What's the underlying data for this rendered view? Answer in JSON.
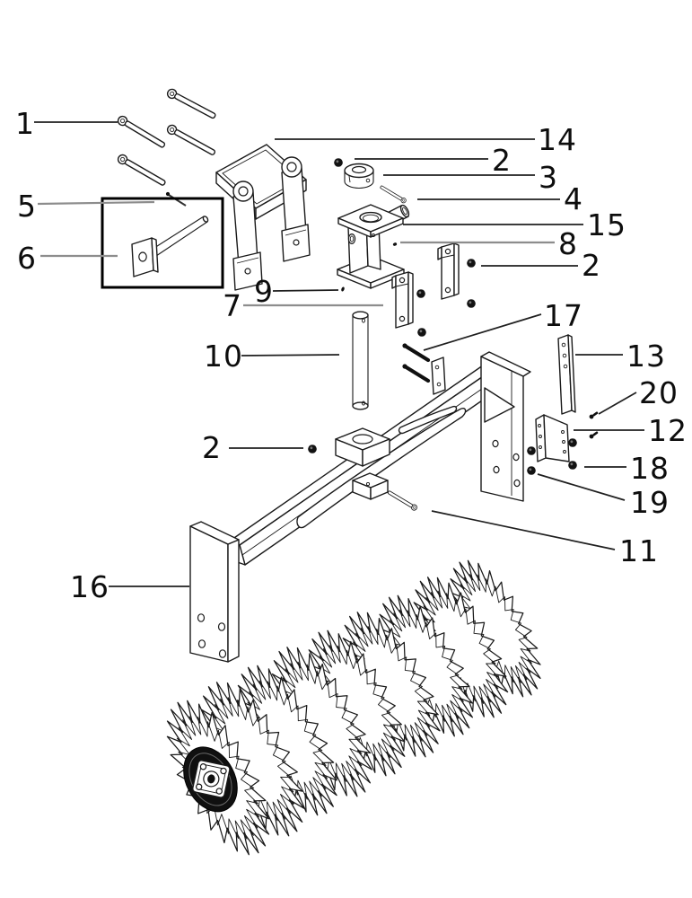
{
  "diagram": {
    "kind": "exploded-parts-diagram",
    "subject": "spiked-roller-attachment",
    "background_color": "#ffffff",
    "line_color": "#1a1a1a",
    "gray_leader_color": "#8d8d8d",
    "part_numbers_shown": [
      "1",
      "2",
      "3",
      "4",
      "5",
      "6",
      "7",
      "8",
      "9",
      "10",
      "11",
      "12",
      "13",
      "14",
      "15",
      "16",
      "17",
      "18",
      "19",
      "20"
    ],
    "callouts": [
      {
        "part": "1"
      },
      {
        "part": "5"
      },
      {
        "part": "6"
      },
      {
        "part": "14"
      },
      {
        "part": "2"
      },
      {
        "part": "3"
      },
      {
        "part": "4"
      },
      {
        "part": "15"
      },
      {
        "part": "8"
      },
      {
        "part": "2"
      },
      {
        "part": "9"
      },
      {
        "part": "7"
      },
      {
        "part": "10"
      },
      {
        "part": "17"
      },
      {
        "part": "13"
      },
      {
        "part": "20"
      },
      {
        "part": "12"
      },
      {
        "part": "2"
      },
      {
        "part": "18"
      },
      {
        "part": "19"
      },
      {
        "part": "11"
      },
      {
        "part": "16"
      }
    ]
  }
}
